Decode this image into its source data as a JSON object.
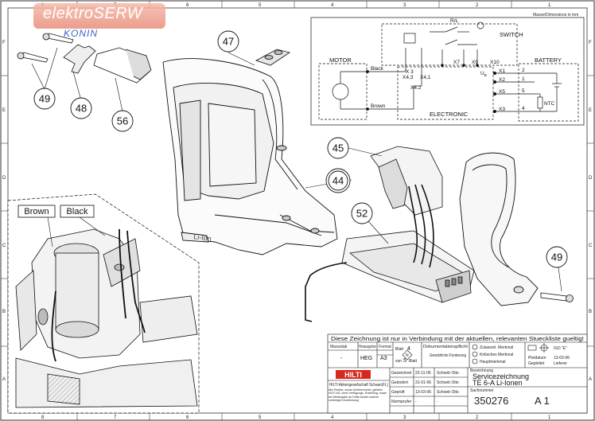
{
  "watermark": {
    "name": "elektroSERW",
    "city": "KONIN"
  },
  "rulers": {
    "top": [
      "8",
      "7",
      "6",
      "5",
      "4",
      "3",
      "2",
      "1"
    ],
    "bottom": [
      "8",
      "7",
      "6",
      "5",
      "4",
      "3",
      "2",
      "1"
    ],
    "left": [
      "F",
      "E",
      "D",
      "C",
      "B",
      "A"
    ],
    "right": [
      "F",
      "E",
      "D",
      "C",
      "B",
      "A"
    ]
  },
  "callouts": {
    "c47": "47",
    "c49a": "49",
    "c48": "48",
    "c56": "56",
    "c45": "45",
    "c44": "44",
    "c52": "52",
    "c49b": "49"
  },
  "housing_text": "Li-Ion",
  "detail": {
    "brown": "Brown",
    "black": "Black"
  },
  "schematic": {
    "units_note": "Masse/Dimensions in mm",
    "rl": "R/L",
    "switch": "SWITCH",
    "motor": "MOTOR",
    "battery": "BATTERY",
    "electronic": "ELECTRONIC",
    "black": "Black",
    "brown": "Brown",
    "ntc": "NTC",
    "ub": "U",
    "ub_sub": "B",
    "terminals": {
      "x7": "X7",
      "x9": "X9",
      "x10": "X10",
      "x3": "X 3",
      "x43": "X4,3",
      "x41": "X4,1",
      "x42": "X4.2",
      "x1": "X1",
      "x2": "X2",
      "x5": "X5",
      "x3b": "X3",
      "p2": "2",
      "p1": "1",
      "p5": "5",
      "p4": "4"
    }
  },
  "title_block": {
    "notice": "Diese Zeichnung ist nur in Verbindung mit der aktuellen, relevanten Stueckliste gueltig!",
    "massstab_label": "Massstab",
    "massstab_value": "-",
    "herausgeber_label": "Herausgeber",
    "herausgeber_value": "HEG",
    "format_label": "Format",
    "format_value": "A3",
    "blatt_label": "Blatt",
    "blatt_value": "4",
    "von_label": "von",
    "von_value": "5",
    "blatt2_label": "Blatt",
    "dok_label": "Dokumentationspflicht",
    "gesetzliche": "Gesetzliche Forderung",
    "zulass": "Zulassrel. Merkmal",
    "kritisch": "Kritisches Merkmal",
    "haupt": "Hauptmerkmal",
    "iso": "ISO \"E\"",
    "plotdatum_label": "Plotdatum",
    "plotdatum_value": "13-03-06",
    "geplottet_label": "Geplottet",
    "geplottet_value": "Lieferer",
    "gezeichnet_label": "Gezeichnet",
    "gezeichnet_date": "22-11-05",
    "gezeichnet_name": "Schoeb Otto",
    "geandert_label": "Geändert",
    "geandert_date": "31-01-06",
    "geandert_name": "Schoeb Otto",
    "geprueft_label": "Geprüft",
    "geprueft_date": "13-03-06",
    "geprueft_name": "Schoeb Otto",
    "normprufer_label": "Normprufer",
    "normprufer_date": "-",
    "normprufer_name": "-",
    "hilti_logo": "HILTI",
    "company": "HILTI Aktiengesellschaft Schaan(FL)",
    "rights": "Alle Rechte, sowie Urheberrechte, geleiten HILTI AG; ohne Verfügungs- Erstellung, sowie bei Weitergabe an Dritte bedarf unserer vorherigen Zustimmung",
    "bezeichnung_label": "Bezeichnung",
    "title1": "Servicezeichnung",
    "title2": "TE 6-A Li-Ionen",
    "sachnummer_label": "Sachnummer",
    "sachnummer": "350276",
    "revision": "A 1"
  }
}
